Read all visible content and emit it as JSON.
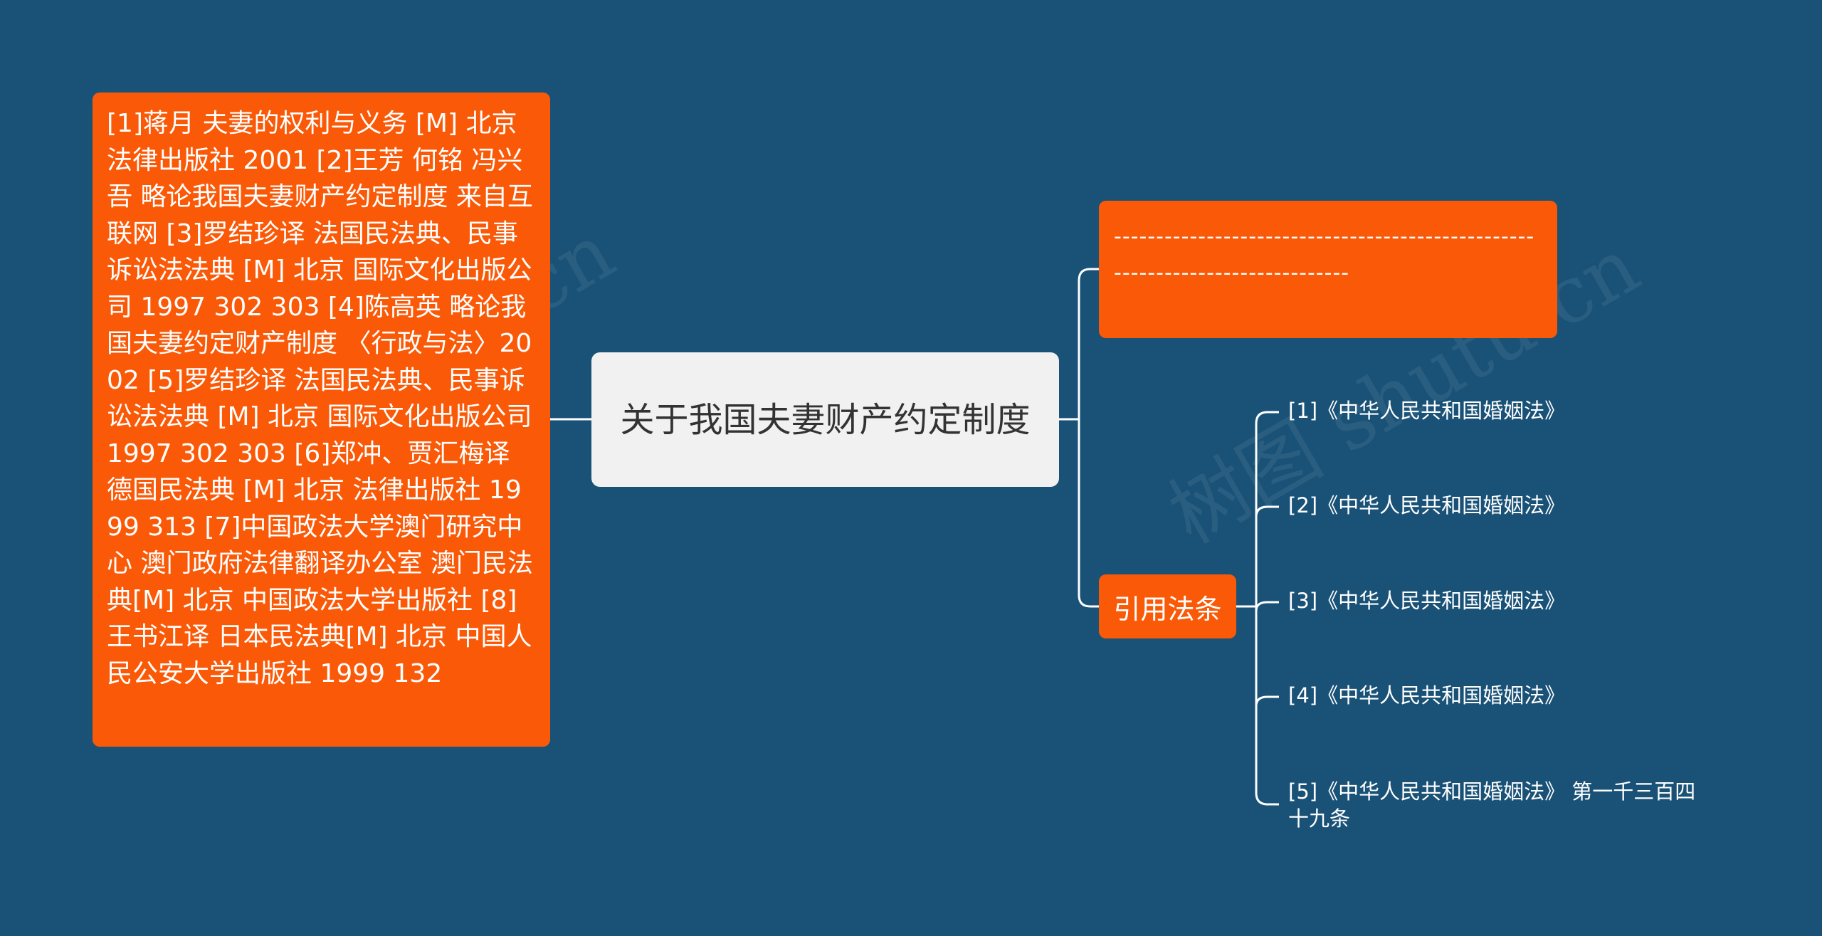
{
  "center": {
    "title": "关于我国夫妻财产约定制度"
  },
  "left": {
    "text": "[1]蒋月 夫妻的权利与义务  [M] 北京 法律出版社 2001 [2]王芳 何铭 冯兴吾  略论我国夫妻财产约定制度  来自互联网 [3]罗结珍译 法国民法典、民事诉讼法法典 [M] 北京 国际文化出版公司 1997 302 303 [4]陈高英 略论我国夫妻约定财产制度 〈行政与法〉2002 [5]罗结珍译 法国民法典、民事诉讼法法典 [M] 北京 国际文化出版公司 1997 302 303 [6]郑冲、贾汇梅译 德国民法典 [M] 北京 法律出版社 1999 313 [7]中国政法大学澳门研究中心 澳门政府法律翻译办公室 澳门民法典[M] 北京 中国政法大学出版社 [8]王书江译 日本民法典[M] 北京 中国人民公安大学出版社 1999 132"
  },
  "right_top": {
    "text": "------------------------------------------------------------------------------"
  },
  "law": {
    "label": "引用法条",
    "items": [
      "[1]《中华人民共和国婚姻法》",
      "[2]《中华人民共和国婚姻法》",
      "[3]《中华人民共和国婚姻法》",
      "[4]《中华人民共和国婚姻法》",
      "[5]《中华人民共和国婚姻法》 第一千三百四\n十九条"
    ]
  },
  "watermark": "树图 shutu.cn",
  "colors": {
    "background": "#1a5277",
    "accent": "#fa5a08",
    "center_bg": "#f1f1f1",
    "line": "#ffffff"
  }
}
